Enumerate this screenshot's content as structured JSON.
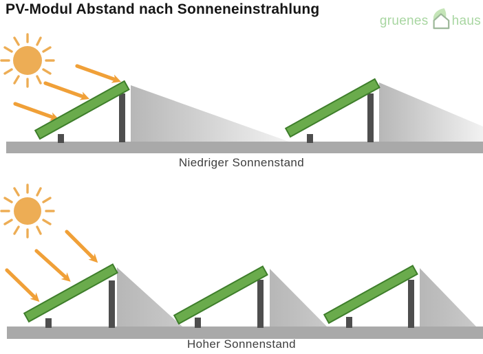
{
  "title": "PV-Modul Abstand nach Sonneneinstrahlung",
  "logo": {
    "word1": "gruenes",
    "word2": "haus"
  },
  "diagrams": [
    {
      "id": "low-sun",
      "label": "Niedriger Sonnenstand",
      "sun_position": "niedrig",
      "module_count": 2,
      "shadow": "lang"
    },
    {
      "id": "high-sun",
      "label": "Hoher Sonnenstand",
      "sun_position": "hoch",
      "module_count": 3,
      "shadow": "kurz"
    }
  ],
  "colors": {
    "title_color": "#161616",
    "label_color": "#3d3d3d",
    "sun": "#edad55",
    "arrow": "#f0a038",
    "panel": "#6aab4c",
    "panel_border": "#3e7e2b",
    "post": "#4e4e4e",
    "ground": "#a9a9a9",
    "shadow_dark": "#b7b7b7",
    "shadow_mid": "#c9c9c9",
    "shadow_light": "#f2f2f2",
    "logo_text": "#a8d6a1",
    "logo_house": "#9db89a",
    "logo_leaf": "#c5e5b8"
  }
}
